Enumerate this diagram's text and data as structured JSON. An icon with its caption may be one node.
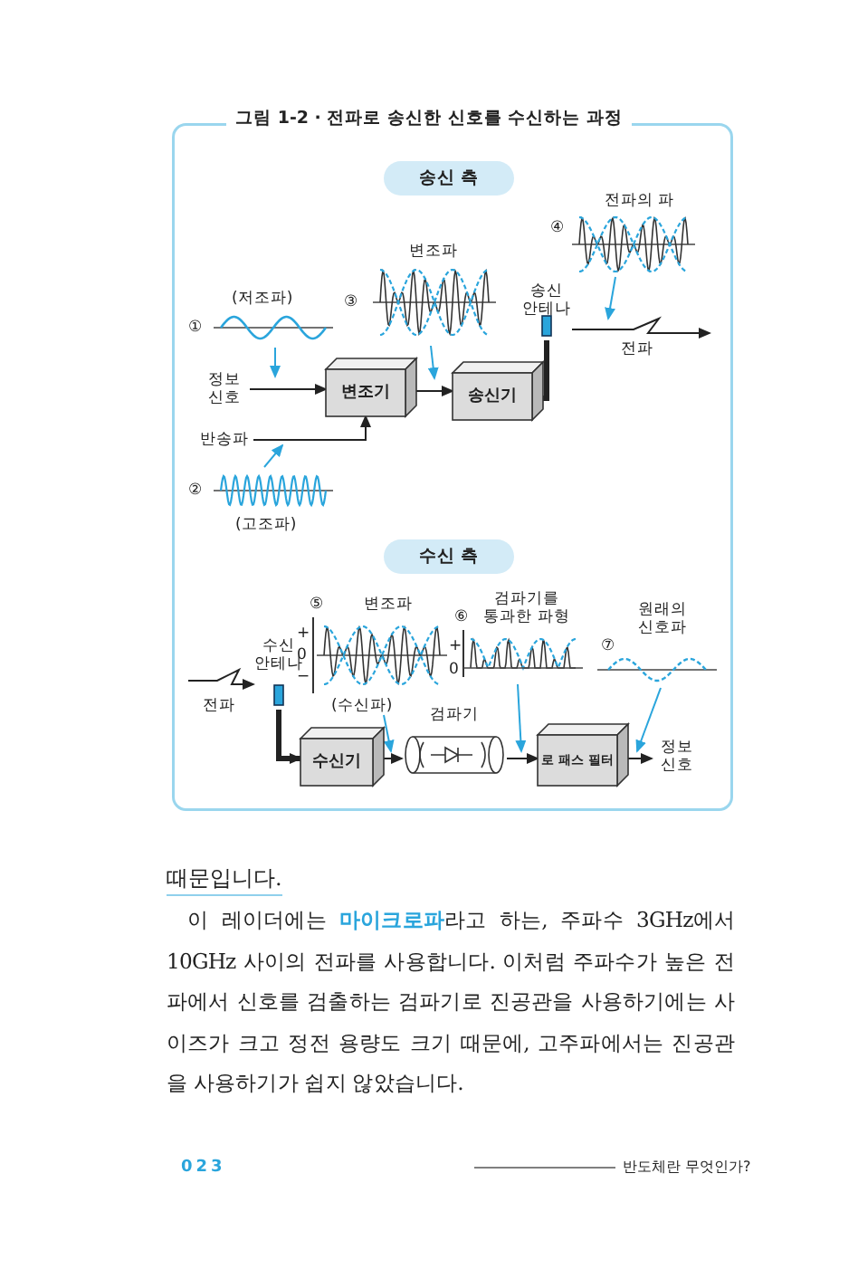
{
  "diagram": {
    "title": "그림 1-2 · 전파로 송신한 신호를 수신하는 과정",
    "nodes": [
      {
        "text": [
          "송신 측"
        ]
      },
      {
        "text": [
          "④",
          "전파의 파"
        ]
      },
      {
        "text": [
          "③",
          "변조파"
        ]
      },
      {
        "text": [
          "송신 안테나"
        ]
      },
      {
        "text": [
          "①",
          "(저조파)"
        ]
      },
      {
        "text": [
          "정보 신호"
        ]
      },
      {
        "text": [
          "변조기"
        ]
      },
      {
        "text": [
          "송신기"
        ]
      },
      {
        "text": [
          "반송파"
        ]
      },
      {
        "text": [
          "②",
          "(고조파)"
        ]
      },
      {
        "text": [
          "수신 측"
        ]
      },
      {
        "text": [
          "⑤",
          "변조파",
          "(수신파)"
        ],
        "beside": [
          "+",
          "0",
          "−"
        ]
      },
      {
        "text": [
          "⑥",
          "검파기를 통과한 파형"
        ],
        "beside": [
          "+",
          "0"
        ]
      },
      {
        "text": [
          "원래의 신호파",
          "⑦"
        ]
      },
      {
        "text": [
          "수신 안테나"
        ]
      },
      {
        "text": [
          "수신기"
        ]
      },
      {
        "text": [
          "검파기"
        ]
      },
      {
        "text": [
          "로 패스 필터"
        ]
      },
      {
        "text": [
          "정보 신호"
        ]
      }
    ],
    "edges": [
      {
        "from": 4,
        "to": 5,
        "arrow": "to",
        "color": "#2aa5dc"
      },
      {
        "from": 5,
        "to": 6,
        "arrow": "to"
      },
      {
        "from": 8,
        "to": 6,
        "arrow": "to"
      },
      {
        "from": 9,
        "to": 8,
        "arrow": "to",
        "color": "#2aa5dc"
      },
      {
        "from": 6,
        "to": 7,
        "arrow": "to"
      },
      {
        "from": 2,
        "to": 6,
        "arrow": "to",
        "color": "#2aa5dc"
      },
      {
        "from": 7,
        "to": 3,
        "arrow": "none",
        "style": "thick"
      },
      {
        "from": 3,
        "to": null,
        "arrow": "to",
        "label": "전파"
      },
      {
        "from": 1,
        "to": 3,
        "arrow": "to",
        "color": "#2aa5dc"
      },
      {
        "from": null,
        "to": 14,
        "arrow": "to",
        "label": "전파"
      },
      {
        "from": 14,
        "to": 15,
        "arrow": "to",
        "style": "thick"
      },
      {
        "from": 15,
        "to": 16,
        "arrow": "to"
      },
      {
        "from": 16,
        "to": 17,
        "arrow": "to"
      },
      {
        "from": 17,
        "to": 18,
        "arrow": "to"
      },
      {
        "from": 11,
        "to": 16,
        "arrow": "to",
        "color": "#2aa5dc"
      },
      {
        "from": 12,
        "to": 16,
        "arrow": "to",
        "color": "#2aa5dc"
      },
      {
        "from": 13,
        "to": 18,
        "arrow": "to",
        "color": "#2aa5dc"
      }
    ],
    "labels": [
      "때문입니다.",
      "이 레이더에는 **마이크로파**라고 하는, 주파수 3GHz에서 10GHz 사이의 전파를 사용합니다. 이처럼 주파수가 높은 전파에서 신호를 검출하는 검파기로 진공관을 사용하기에는 사이즈가 크고 정전 용량도 크기 때문에, 고주파에서는 진공관을 사용하기가 쉽지 않았습니다.",
      "023",
      "반도체란 무엇인가?"
    ]
  }
}
